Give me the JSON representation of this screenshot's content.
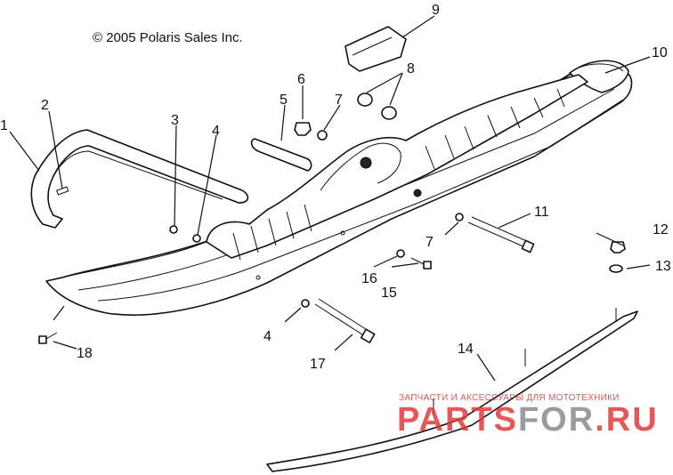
{
  "copyright": "© 2005 Polaris Sales Inc.",
  "watermark": {
    "top_line": "ЗАПЧАСТИ И АКСЕССУАРЫ ДЛЯ МОТОТЕХНИКИ",
    "brand_part1": "PARTS",
    "brand_part2": "FOR",
    "brand_part3": ".RU",
    "color_red": "#e23b3b",
    "color_gray": "#8a8a8a"
  },
  "callouts": [
    {
      "id": "callout-1",
      "label": "1"
    },
    {
      "id": "callout-2",
      "label": "2"
    },
    {
      "id": "callout-3",
      "label": "3"
    },
    {
      "id": "callout-4a",
      "label": "4"
    },
    {
      "id": "callout-4b",
      "label": "4"
    },
    {
      "id": "callout-5",
      "label": "5"
    },
    {
      "id": "callout-6",
      "label": "6"
    },
    {
      "id": "callout-7a",
      "label": "7"
    },
    {
      "id": "callout-7b",
      "label": "7"
    },
    {
      "id": "callout-8",
      "label": "8"
    },
    {
      "id": "callout-9",
      "label": "9"
    },
    {
      "id": "callout-10",
      "label": "10"
    },
    {
      "id": "callout-11",
      "label": "11"
    },
    {
      "id": "callout-12",
      "label": "12"
    },
    {
      "id": "callout-13",
      "label": "13"
    },
    {
      "id": "callout-14",
      "label": "14"
    },
    {
      "id": "callout-15",
      "label": "15"
    },
    {
      "id": "callout-16",
      "label": "16"
    },
    {
      "id": "callout-17",
      "label": "17"
    },
    {
      "id": "callout-18",
      "label": "18"
    }
  ]
}
